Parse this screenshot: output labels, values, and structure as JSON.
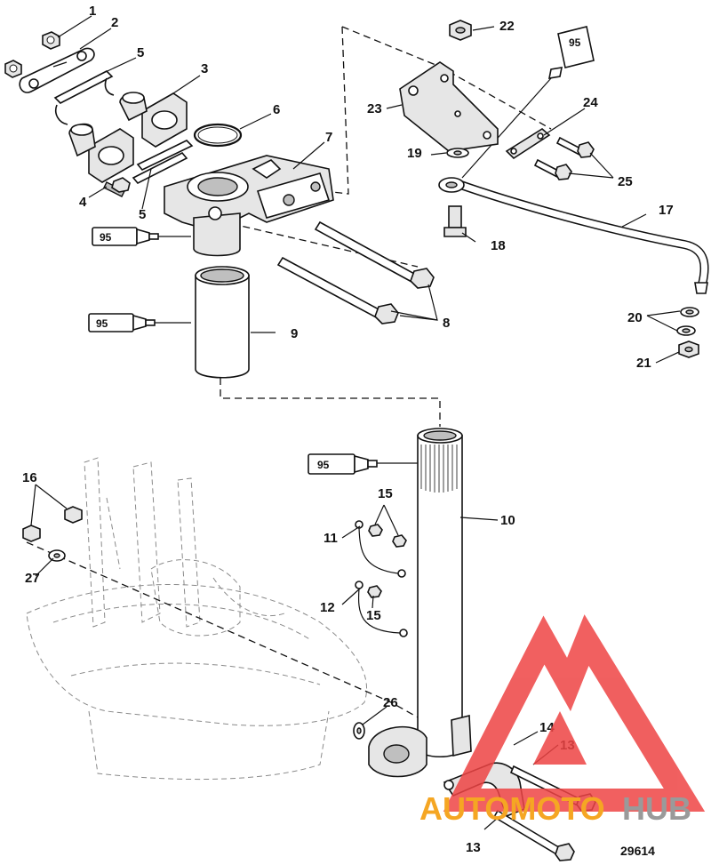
{
  "diagram": {
    "figure_number": "29614",
    "callouts": [
      "1",
      "2",
      "3",
      "4",
      "5",
      "5",
      "6",
      "7",
      "8",
      "9",
      "10",
      "11",
      "12",
      "13",
      "13",
      "14",
      "15",
      "15",
      "16",
      "17",
      "18",
      "19",
      "20",
      "21",
      "22",
      "23",
      "24",
      "25",
      "26",
      "27"
    ],
    "sealant_tube_label": "95",
    "watermark": {
      "text_orange": "AUTOMOTO",
      "text_grey": "HUB",
      "colors": {
        "triangle": "#ee4444",
        "orange": "#f5a623",
        "grey": "#9a9a9a"
      }
    }
  }
}
